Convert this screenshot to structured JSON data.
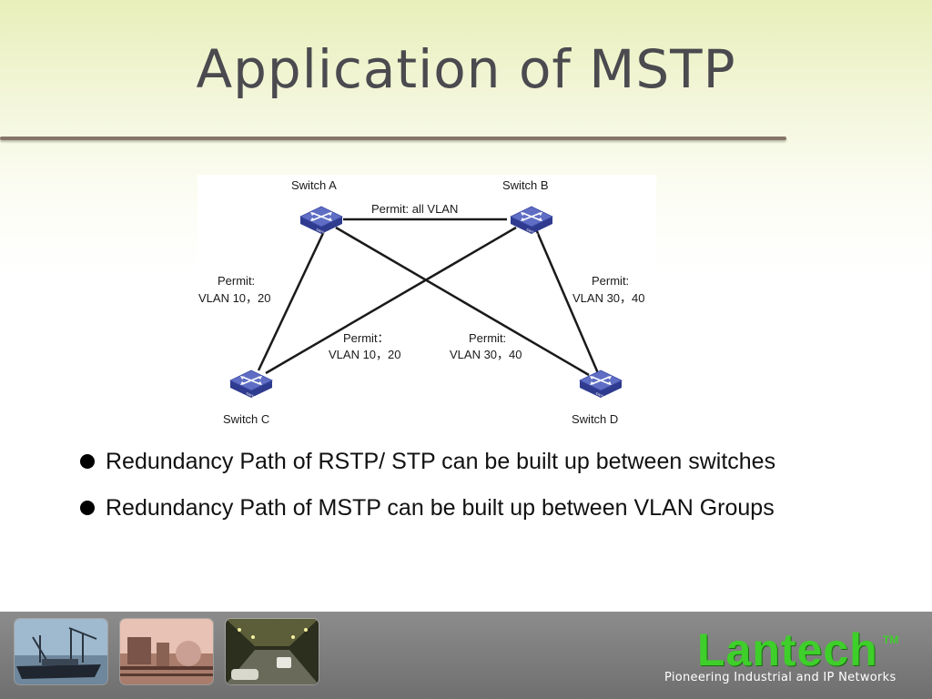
{
  "slide": {
    "title": "Application of MSTP",
    "bullets": [
      "Redundancy Path of RSTP/ STP can be built up between switches",
      "Redundancy Path of MSTP can be built up between VLAN Groups"
    ]
  },
  "diagram": {
    "switches": {
      "a": {
        "label": "Switch A",
        "icon_text": "SWITCH"
      },
      "b": {
        "label": "Switch B",
        "icon_text": "SWITCH"
      },
      "c": {
        "label": "Switch C",
        "icon_text": "SWITCH"
      },
      "d": {
        "label": "Switch D",
        "icon_text": "SWITCH"
      }
    },
    "links": {
      "ab": "Permit: all VLAN",
      "ac": {
        "line1": "Permit:",
        "line2": "VLAN 10，20"
      },
      "bd": {
        "line1": "Permit:",
        "line2": "VLAN 30，40"
      },
      "bc": {
        "line1": "Permit：",
        "line2": "VLAN 10，20"
      },
      "ad": {
        "line1": "Permit:",
        "line2": "VLAN 30，40"
      }
    },
    "colors": {
      "switch_top": "#5f6ec4",
      "switch_side": "#2f3b8f",
      "link": "#1a1a1a"
    }
  },
  "footer": {
    "logo_text": "Lantech",
    "logo_tm": "TM",
    "tagline": "Pioneering Industrial and IP Networks",
    "thumbnails": [
      "harbor-crane-ship-image",
      "industrial-plant-image",
      "highway-tunnel-image"
    ],
    "colors": {
      "logo": "#3ecf2a",
      "bar": "#7f7f7f"
    }
  }
}
